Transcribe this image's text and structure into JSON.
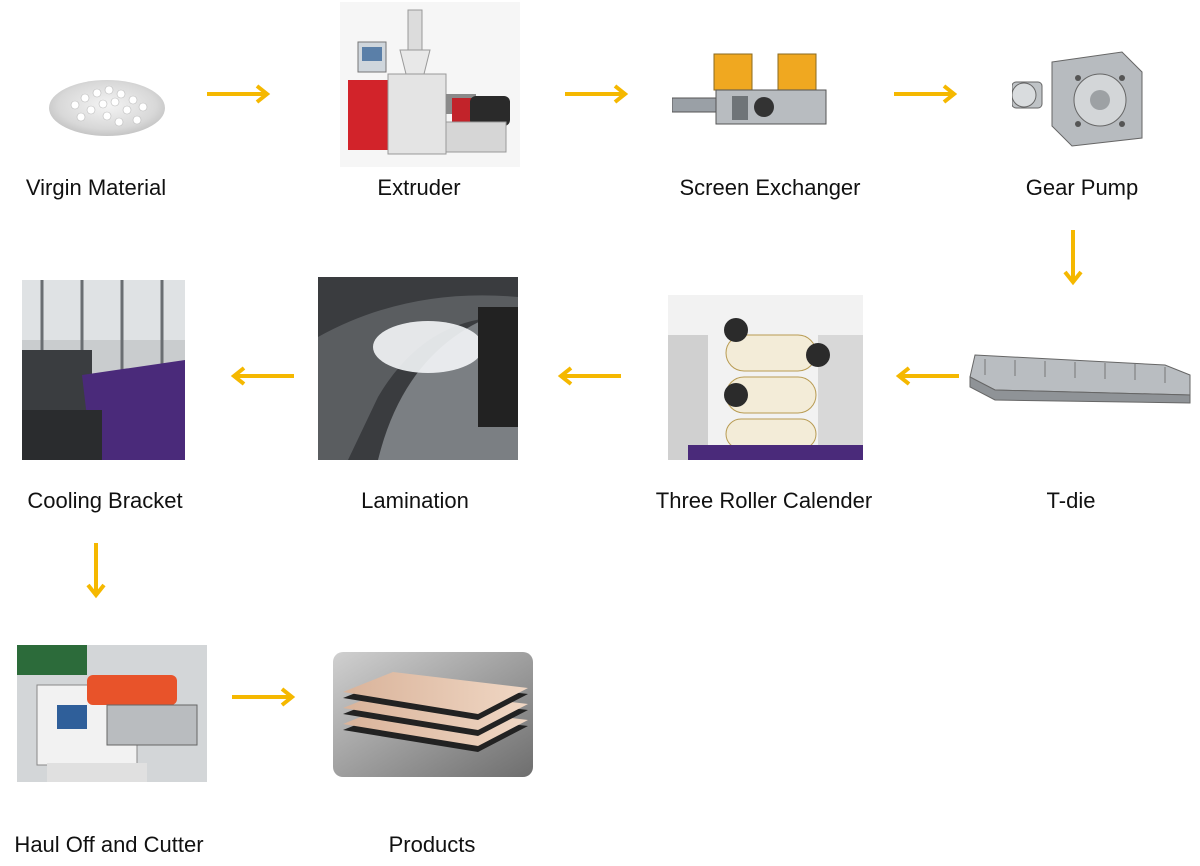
{
  "diagram": {
    "steps": [
      {
        "label": "Virgin Material"
      },
      {
        "label": "Extruder"
      },
      {
        "label": "Screen Exchanger"
      },
      {
        "label": "Gear Pump"
      },
      {
        "label": "T-die"
      },
      {
        "label": "Three Roller Calender"
      },
      {
        "label": "Lamination"
      },
      {
        "label": "Cooling Bracket"
      },
      {
        "label": "Haul Off and Cutter"
      },
      {
        "label": "Products"
      }
    ],
    "arrow_color": "#F5B800"
  }
}
